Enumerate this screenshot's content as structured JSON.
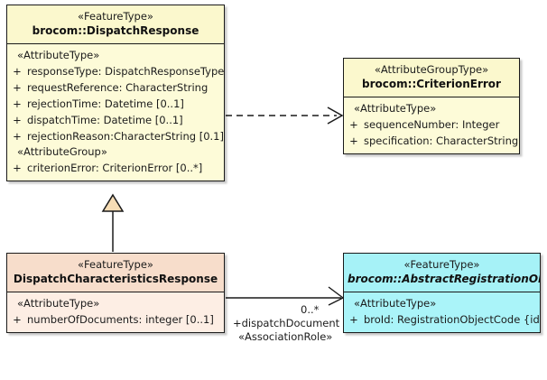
{
  "diagram": {
    "type": "uml-class-diagram",
    "background": "#ffffff"
  },
  "classes": [
    {
      "id": "dispatch-response",
      "stereotype": "«FeatureType»",
      "name": "brocom::DispatchResponse",
      "italic": false,
      "theme": "yellow",
      "header_color": "#fbf8cd",
      "body_color": "#fdfbd8",
      "compartments": [
        {
          "label": "«AttributeType»",
          "attributes": [
            {
              "visibility": "+",
              "text": "responseType: DispatchResponseType"
            },
            {
              "visibility": "+",
              "text": "requestReference: CharacterString"
            },
            {
              "visibility": "+",
              "text": "rejectionTime: Datetime [0..1]"
            },
            {
              "visibility": "+",
              "text": "dispatchTime: Datetime [0..1]"
            },
            {
              "visibility": "+",
              "text": "rejectionReason:CharacterString [0.1]"
            }
          ]
        },
        {
          "label": "«AttributeGroup»",
          "attributes": [
            {
              "visibility": "+",
              "text": "criterionError: CriterionError [0..*]"
            }
          ]
        }
      ]
    },
    {
      "id": "criterion-error",
      "stereotype": "«AttributeGroupType»",
      "name": "brocom::CriterionError",
      "italic": false,
      "theme": "yellow",
      "header_color": "#fbf8cd",
      "body_color": "#fdfbd8",
      "compartments": [
        {
          "label": "«AttributeType»",
          "attributes": [
            {
              "visibility": "+",
              "text": "sequenceNumber: Integer"
            },
            {
              "visibility": "+",
              "text": "specification: CharacterString"
            }
          ]
        }
      ]
    },
    {
      "id": "dispatch-characteristics",
      "stereotype": "«FeatureType»",
      "name": "DispatchCharacteristicsResponse",
      "italic": false,
      "theme": "peach",
      "header_color": "#f7ddcb",
      "body_color": "#fdeee4",
      "compartments": [
        {
          "label": "«AttributeType»",
          "attributes": [
            {
              "visibility": "+",
              "text": "numberOfDocuments: integer [0..1]"
            }
          ]
        }
      ]
    },
    {
      "id": "abstract-registration",
      "stereotype": "«FeatureType»",
      "name": "brocom::AbstractRegistrationObject",
      "italic": true,
      "theme": "cyan",
      "header_color": "#a6f2f7",
      "body_color": "#aaf4f9",
      "compartments": [
        {
          "label": "«AttributeType»",
          "attributes": [
            {
              "visibility": "+",
              "text": "broId: RegistrationObjectCode {id}"
            }
          ]
        }
      ]
    }
  ],
  "relationships": {
    "dependency": {
      "kind": "dependency",
      "from": "dispatch-response",
      "to": "criterion-error",
      "line_style": "dashed",
      "arrow": "open"
    },
    "generalization": {
      "kind": "generalization",
      "from": "dispatch-characteristics",
      "to": "dispatch-response",
      "line_style": "solid",
      "arrow": "hollow-triangle",
      "arrow_fill": "#f7ddb5"
    },
    "association": {
      "kind": "association",
      "from": "dispatch-characteristics",
      "to": "abstract-registration",
      "line_style": "solid",
      "arrow": "open",
      "multiplicity": "0..*",
      "role": "+dispatchDocument",
      "stereotype": "«AssociationRole»"
    }
  }
}
